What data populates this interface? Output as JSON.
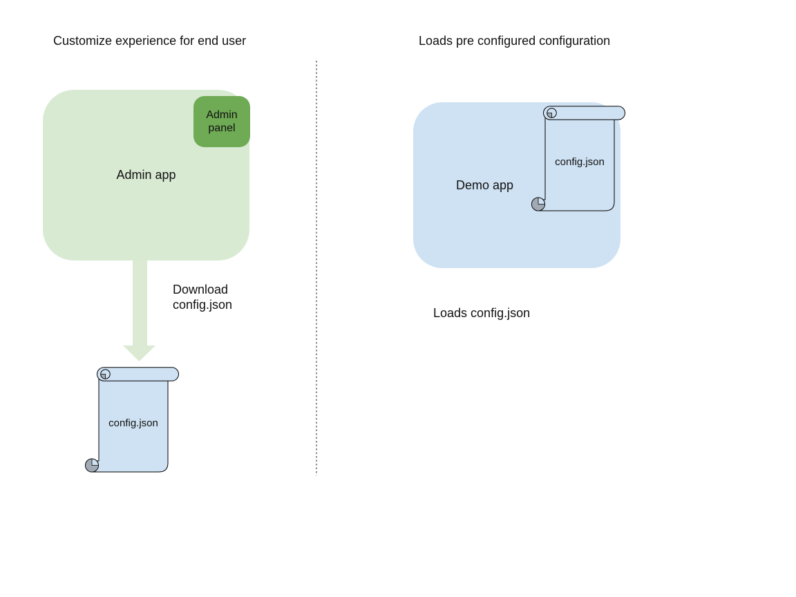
{
  "page": {
    "background": "#ffffff",
    "text_color": "#111111"
  },
  "divider": {
    "color": "#8f8f8f"
  },
  "left_section": {
    "title": "Customize experience for end user",
    "admin_app": {
      "label": "Admin app",
      "fill": "#d9ead3"
    },
    "admin_panel": {
      "label": "Admin panel",
      "fill": "#6faa55"
    },
    "download_arrow": {
      "fill": "#dce9d3",
      "label_line1": "Download",
      "label_line2": "config.json"
    },
    "config_file": {
      "label": "config.json",
      "fill": "#cfe2f3",
      "curl_shade": "#a2abb5"
    }
  },
  "right_section": {
    "title": "Loads pre configured configuration",
    "demo_app": {
      "label": "Demo app",
      "fill": "#cfe2f3"
    },
    "config_file": {
      "label": "config.json",
      "fill": "#cfe2f3",
      "curl_shade": "#a2abb5"
    },
    "caption": "Loads config.json"
  }
}
